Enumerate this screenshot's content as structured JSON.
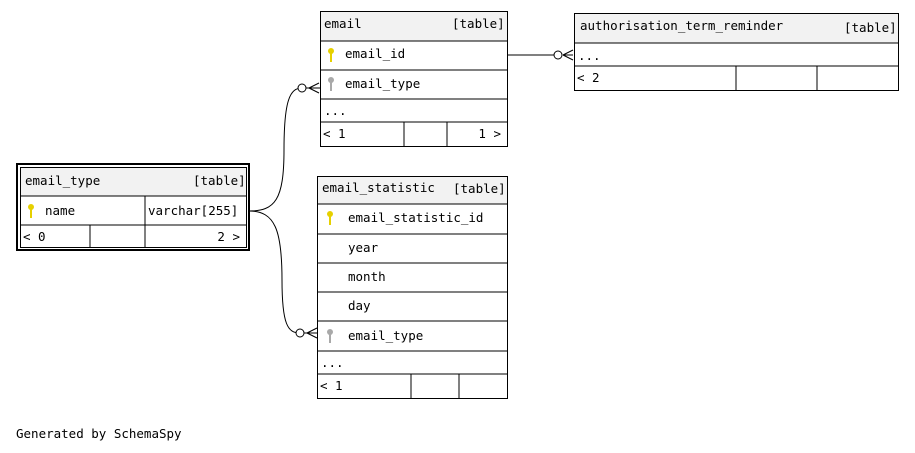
{
  "tables": {
    "email": {
      "name": "email",
      "kind": "[table]",
      "columns": [
        "email_id",
        "email_type"
      ],
      "more": "...",
      "footer": {
        "children": "< 1",
        "parents": "1 >"
      }
    },
    "authorisation_term_reminder": {
      "name": "authorisation_term_reminder",
      "kind": "[table]",
      "more": "...",
      "footer": {
        "children": "< 2"
      }
    },
    "email_type": {
      "name": "email_type",
      "kind": "[table]",
      "columns": [
        {
          "name": "name",
          "type": "varchar[255]"
        }
      ],
      "footer": {
        "children": "< 0",
        "parents": "2 >"
      }
    },
    "email_statistic": {
      "name": "email_statistic",
      "kind": "[table]",
      "columns": [
        "email_statistic_id",
        "year",
        "month",
        "day",
        "email_type"
      ],
      "more": "...",
      "footer": {
        "children": "< 1"
      }
    }
  },
  "footer_text": "Generated by SchemaSpy",
  "colors": {
    "primary_key": "#e6d000",
    "foreign_key": "#a9a9a9",
    "header": "#f2f2f2"
  }
}
